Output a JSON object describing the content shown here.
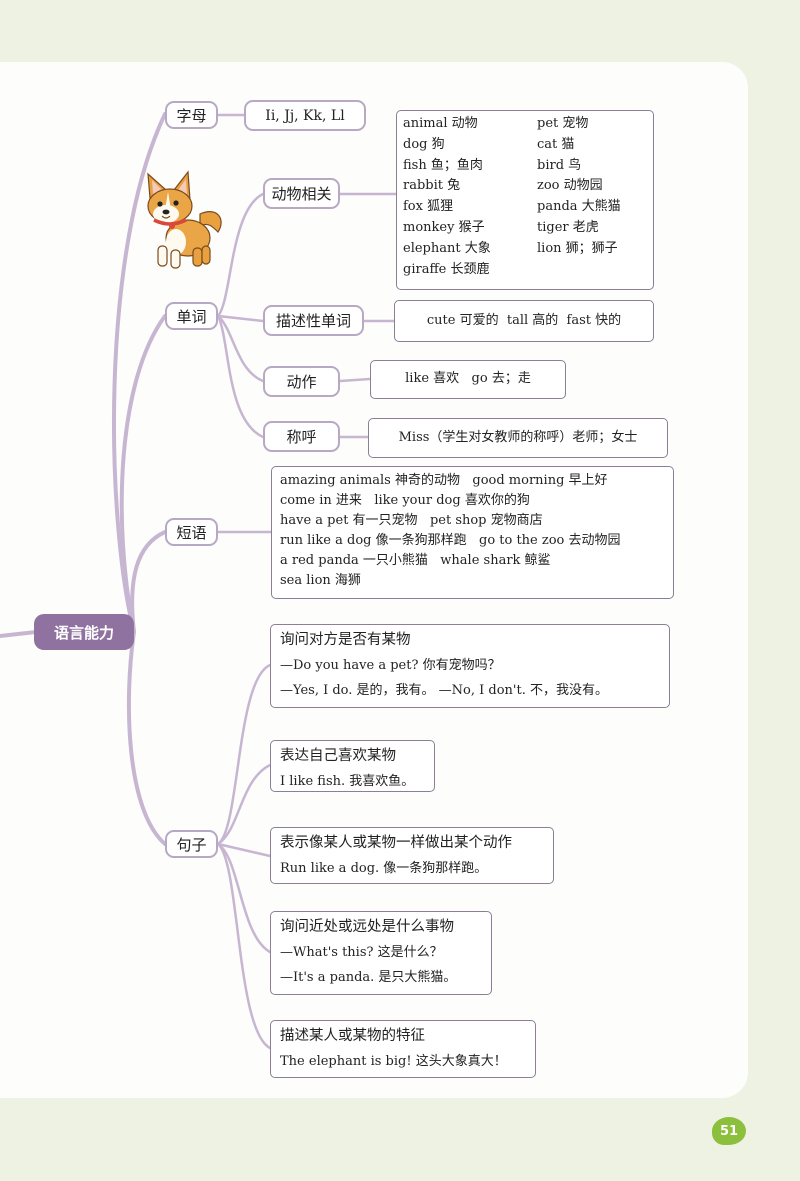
{
  "root": "语言能力",
  "categories": {
    "letters": "字母",
    "words": "单词",
    "phrases": "短语",
    "sentences": "句子"
  },
  "letters_content": "Ii, Jj, Kk, Ll",
  "word_groups": {
    "animals": "动物相关",
    "descriptive": "描述性单词",
    "actions": "动作",
    "address": "称呼"
  },
  "animals": [
    [
      "animal 动物",
      "pet 宠物"
    ],
    [
      "dog 狗",
      "cat 猫"
    ],
    [
      "fish 鱼；鱼肉",
      "bird 鸟"
    ],
    [
      "rabbit 兔",
      "zoo 动物园"
    ],
    [
      "fox 狐狸",
      "panda 大熊猫"
    ],
    [
      "monkey 猴子",
      "tiger 老虎"
    ],
    [
      "elephant 大象",
      "lion 狮；狮子"
    ],
    [
      "giraffe 长颈鹿",
      ""
    ]
  ],
  "descriptive_words": "cute 可爱的  tall 高的  fast 快的",
  "action_words": "like 喜欢   go 去；走",
  "address_words": "Miss（学生对女教师的称呼）老师；女士",
  "phrases": [
    "amazing animals 神奇的动物   good morning 早上好",
    "come in 进来   like your dog 喜欢你的狗",
    "have a pet 有一只宠物   pet shop 宠物商店",
    "run like a dog 像一条狗那样跑   go to the zoo 去动物园",
    "a red panda 一只小熊猫   whale shark 鲸鲨",
    "sea lion 海狮"
  ],
  "sentences": [
    {
      "title": "询问对方是否有某物",
      "lines": [
        "—Do you have a pet? 你有宠物吗？",
        "—Yes, I do. 是的，我有。 —No, I don't. 不，我没有。"
      ]
    },
    {
      "title": "表达自己喜欢某物",
      "lines": [
        "I like fish. 我喜欢鱼。"
      ]
    },
    {
      "title": "表示像某人或某物一样做出某个动作",
      "lines": [
        "Run like a dog. 像一条狗那样跑。"
      ]
    },
    {
      "title": "询问近处或远处是什么事物",
      "lines": [
        "—What's this? 这是什么？",
        "—It's a panda. 是只大熊猫。"
      ]
    },
    {
      "title": "描述某人或某物的特征",
      "lines": [
        "The elephant is big! 这头大象真大！"
      ]
    }
  ],
  "page_number": "51",
  "colors": {
    "branch": "#c7b6d2",
    "root": "#8f72a0",
    "page_badge": "#8cbf3c"
  },
  "illustration": "corgi-dog"
}
